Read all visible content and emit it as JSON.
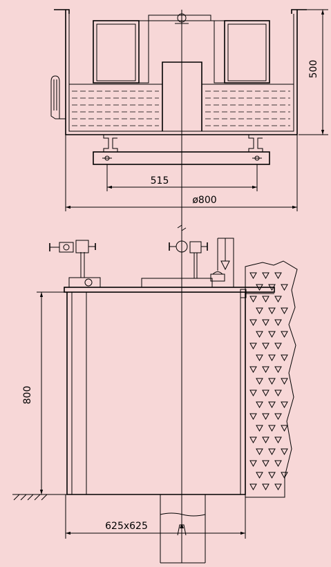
{
  "colors": {
    "background": "#f7d7d7",
    "line": "#000000",
    "concrete_fill": "#ffffff"
  },
  "dimensions": {
    "height_top": "500",
    "inner_width": "515",
    "diameter": "ø800",
    "height_bottom": "800",
    "base": "625x625"
  }
}
